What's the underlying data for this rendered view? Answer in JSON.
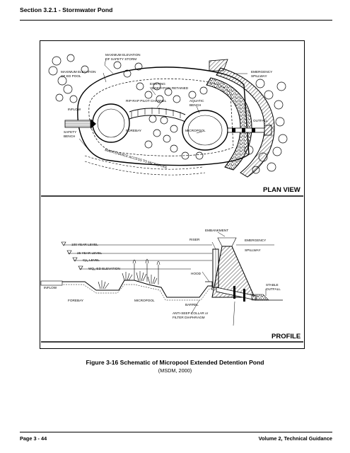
{
  "header": {
    "section": "Section 3.2.1 - Stormwater Pond"
  },
  "figure": {
    "plan_view": {
      "title": "PLAN VIEW",
      "labels": {
        "max_elev_storm_1": "MAXIMUM ELEVATION",
        "max_elev_storm_2": "OF SAFETY STORM",
        "max_elev_ed_1": "MAXIMUM ELEVATION",
        "max_elev_ed_2": "OF ED POOL",
        "existing_veg_1": "EXISTING",
        "existing_veg_2": "VEGETATION RETAINED",
        "emergency_1": "EMERGENCY",
        "emergency_2": "SPILLWAY",
        "inflow": "INFLOW",
        "riprap": "RIP-RAP PILOT CHANNEL",
        "aquatic_1": "AQUATIC",
        "aquatic_2": "BENCH",
        "forebay": "FOREBAY",
        "outfall": "OUTFALL",
        "micropool": "MICROPOOL",
        "safety_1": "SAFETY",
        "safety_2": "BENCH",
        "maintenance": "MAINTENANCE ACCESS TO MICROPOOL"
      }
    },
    "profile": {
      "title": "PROFILE",
      "labels": {
        "embankment": "EMBANKMENT",
        "riser": "RISER",
        "level_100yr": "100 YEAR LEVEL",
        "emergency_1": "EMERGENCY",
        "spillway": "SPILLWAY",
        "level_25yr": "25 YEAR LEVEL",
        "cp_level_base": "Cp",
        "cp_level_sub": "v",
        "cp_level_rest": " LEVEL",
        "wq_base": "WQ",
        "wq_sub": "v",
        "wq_rest": "-ED ELEVATION",
        "hood": "HOOD",
        "inflow": "INFLOW",
        "stable_1": "STABLE",
        "stable_2": "OUTFALL",
        "forebay": "FOREBAY",
        "micropool": "MICROPOOL",
        "barrel": "BARREL",
        "antiseep_1": "ANTI-SEEP COLLAR or",
        "antiseep_2": "FILTER DIAPHRAGM"
      }
    }
  },
  "caption": "Figure 3-16  Schematic of Micropool Extended Detention Pond",
  "source": "(MSDM, 2000)",
  "footer": {
    "left": "Page 3 - 44",
    "right": "Volume 2, Technical Guidance"
  }
}
